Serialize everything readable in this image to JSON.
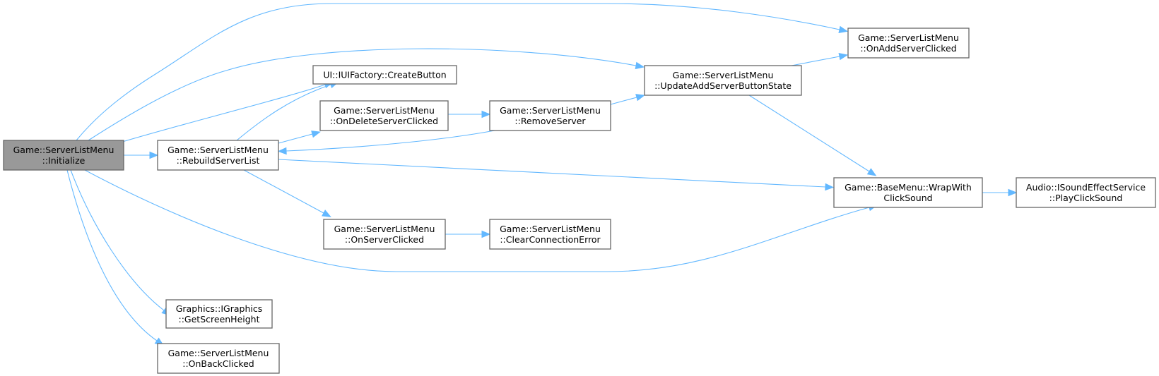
{
  "title": "Game::ServerListMenu::Initialize call graph",
  "colors": {
    "edge": "#63b8ff",
    "node_border": "#666666",
    "root_fill": "#999999",
    "node_fill": "#ffffff"
  },
  "nodes": {
    "initialize": {
      "lines": [
        "Game::ServerListMenu",
        "::Initialize"
      ],
      "root": true
    },
    "rebuild": {
      "lines": [
        "Game::ServerListMenu",
        "::RebuildServerList"
      ]
    },
    "createButton": {
      "lines": [
        "UI::IUIFactory::CreateButton"
      ]
    },
    "onDelete": {
      "lines": [
        "Game::ServerListMenu",
        "::OnDeleteServerClicked"
      ]
    },
    "removeServer": {
      "lines": [
        "Game::ServerListMenu",
        "::RemoveServer"
      ]
    },
    "updateAdd": {
      "lines": [
        "Game::ServerListMenu",
        "::UpdateAddServerButtonState"
      ]
    },
    "onAdd": {
      "lines": [
        "Game::ServerListMenu",
        "::OnAddServerClicked"
      ]
    },
    "wrap": {
      "lines": [
        "Game::BaseMenu::WrapWith",
        "ClickSound"
      ]
    },
    "playClick": {
      "lines": [
        "Audio::ISoundEffectService",
        "::PlayClickSound"
      ]
    },
    "onServer": {
      "lines": [
        "Game::ServerListMenu",
        "::OnServerClicked"
      ]
    },
    "clearErr": {
      "lines": [
        "Game::ServerListMenu",
        "::ClearConnectionError"
      ]
    },
    "screenH": {
      "lines": [
        "Graphics::IGraphics",
        "::GetScreenHeight"
      ]
    },
    "onBack": {
      "lines": [
        "Game::ServerListMenu",
        "::OnBackClicked"
      ]
    }
  },
  "edges": [
    [
      "initialize",
      "onAdd"
    ],
    [
      "initialize",
      "updateAdd"
    ],
    [
      "initialize",
      "createButton"
    ],
    [
      "initialize",
      "rebuild"
    ],
    [
      "initialize",
      "wrap"
    ],
    [
      "initialize",
      "screenH"
    ],
    [
      "initialize",
      "onBack"
    ],
    [
      "rebuild",
      "createButton"
    ],
    [
      "rebuild",
      "onDelete"
    ],
    [
      "rebuild",
      "onServer"
    ],
    [
      "rebuild",
      "wrap"
    ],
    [
      "onDelete",
      "removeServer"
    ],
    [
      "removeServer",
      "rebuild"
    ],
    [
      "removeServer",
      "updateAdd"
    ],
    [
      "updateAdd",
      "onAdd"
    ],
    [
      "updateAdd",
      "wrap"
    ],
    [
      "wrap",
      "playClick"
    ],
    [
      "onServer",
      "clearErr"
    ]
  ]
}
